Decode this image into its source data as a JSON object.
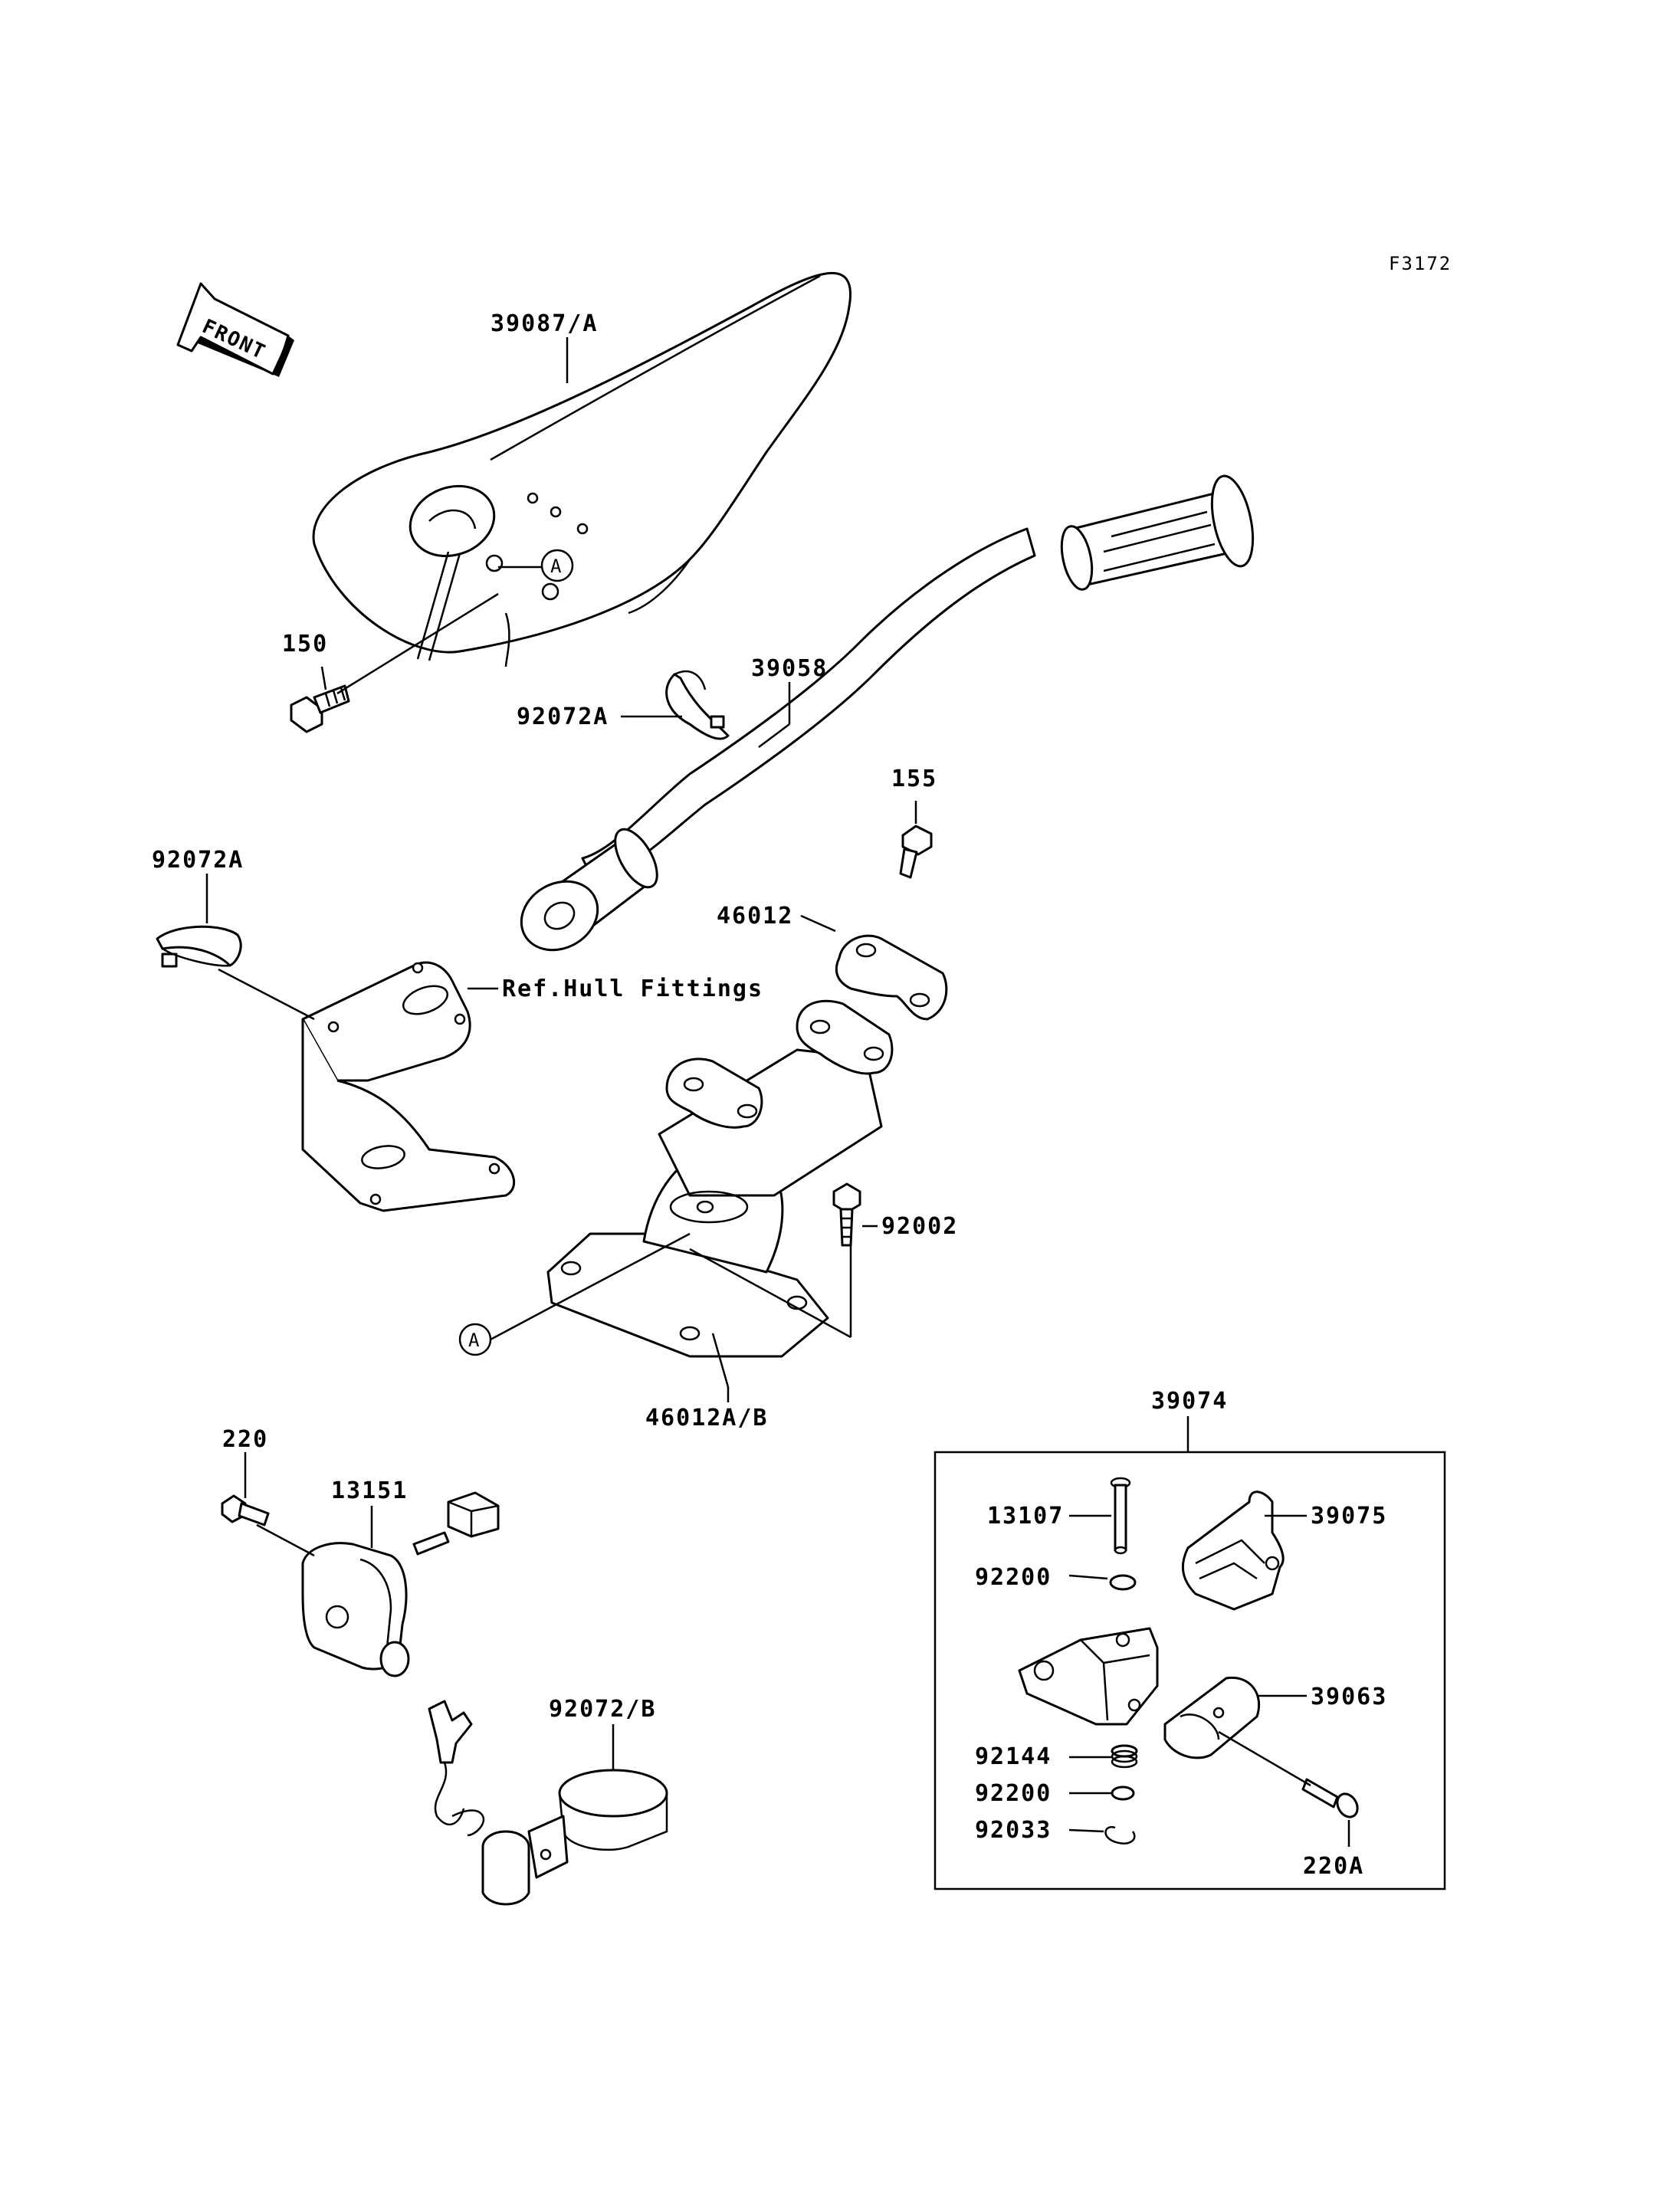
{
  "figure_code": "F3172",
  "front_label": "FRONT",
  "ref_marker": "A",
  "parts": {
    "cover": "39087/A",
    "handlebar": "39058",
    "bolt_150": "150",
    "band_top": "92072A",
    "band_left": "92072A",
    "bolt_155": "155",
    "holder": "46012",
    "ref_hull": "Ref.Hull Fittings",
    "bolt_92002": "92002",
    "steering_base": "46012A/B",
    "screw_220": "220",
    "switch": "13151",
    "band_lanyard": "92072/B",
    "lever_assy": "39074",
    "pin": "13107",
    "lever": "39075",
    "washer_1": "92200",
    "housing": "39063",
    "spring": "92144",
    "washer_2": "92200",
    "circlip": "92033",
    "screw_220a": "220A"
  }
}
